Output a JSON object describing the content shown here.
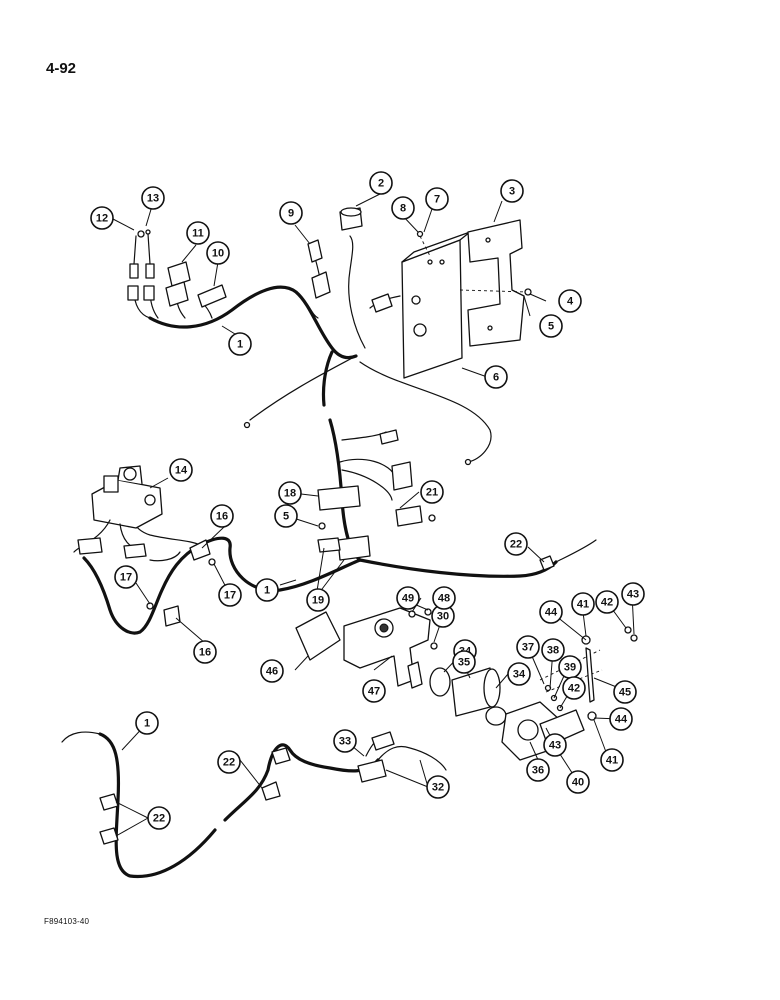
{
  "page_number": "4-92",
  "figure_code": "F894103-40",
  "callouts": [
    {
      "label": "1"
    },
    {
      "label": "1"
    },
    {
      "label": "1"
    },
    {
      "label": "2"
    },
    {
      "label": "3"
    },
    {
      "label": "4"
    },
    {
      "label": "5"
    },
    {
      "label": "5"
    },
    {
      "label": "6"
    },
    {
      "label": "7"
    },
    {
      "label": "8"
    },
    {
      "label": "9"
    },
    {
      "label": "10"
    },
    {
      "label": "11"
    },
    {
      "label": "12"
    },
    {
      "label": "13"
    },
    {
      "label": "14"
    },
    {
      "label": "16"
    },
    {
      "label": "16"
    },
    {
      "label": "17"
    },
    {
      "label": "17"
    },
    {
      "label": "18"
    },
    {
      "label": "19"
    },
    {
      "label": "21"
    },
    {
      "label": "22"
    },
    {
      "label": "22"
    },
    {
      "label": "22"
    },
    {
      "label": "30"
    },
    {
      "label": "32"
    },
    {
      "label": "33"
    },
    {
      "label": "34"
    },
    {
      "label": "34"
    },
    {
      "label": "35"
    },
    {
      "label": "36"
    },
    {
      "label": "37"
    },
    {
      "label": "38"
    },
    {
      "label": "39"
    },
    {
      "label": "40"
    },
    {
      "label": "41"
    },
    {
      "label": "41"
    },
    {
      "label": "42"
    },
    {
      "label": "42"
    },
    {
      "label": "43"
    },
    {
      "label": "43"
    },
    {
      "label": "44"
    },
    {
      "label": "44"
    },
    {
      "label": "45"
    },
    {
      "label": "46"
    },
    {
      "label": "47"
    },
    {
      "label": "48"
    },
    {
      "label": "49"
    }
  ]
}
